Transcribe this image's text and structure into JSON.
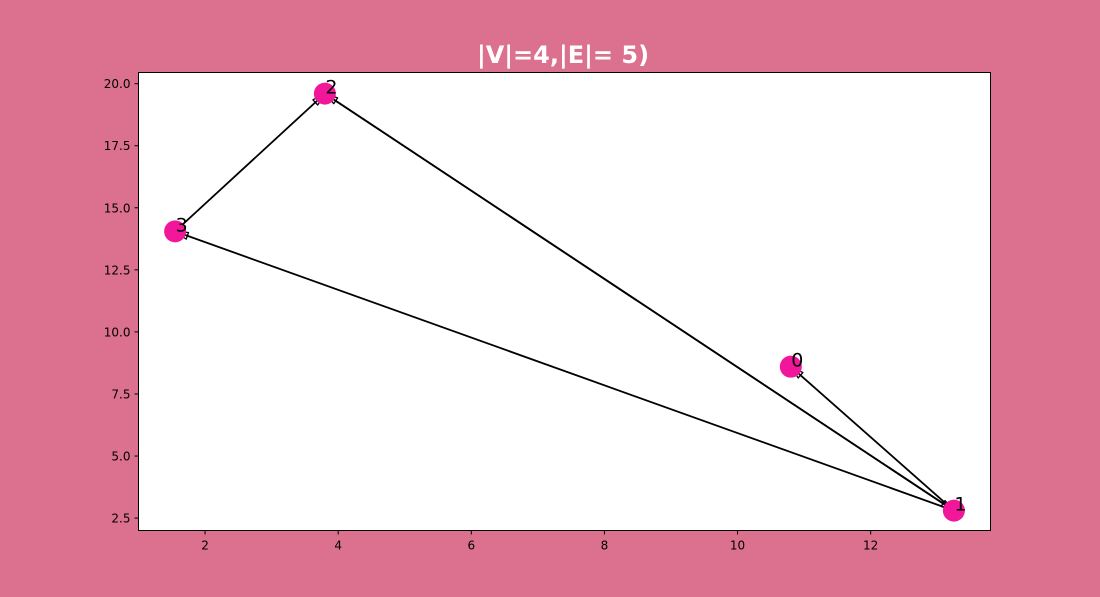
{
  "title": "|V|=4,|E|= 5)",
  "colors": {
    "background": "#dc708f",
    "plot_area": "#ffffff",
    "node_fill": "#f2169a",
    "edge": "#000000",
    "title": "#ffffff"
  },
  "chart_data": {
    "type": "network-graph",
    "title": "|V|=4,|E|= 5)",
    "directed": true,
    "xlim": [
      1.0,
      13.8
    ],
    "ylim": [
      2.0,
      20.45
    ],
    "x_ticks": [
      2,
      4,
      6,
      8,
      10,
      12
    ],
    "y_ticks": [
      2.5,
      5.0,
      7.5,
      10.0,
      12.5,
      15.0,
      17.5,
      20.0
    ],
    "x_tick_labels": [
      "2",
      "4",
      "6",
      "8",
      "10",
      "12"
    ],
    "y_tick_labels": [
      "2.5",
      "5.0",
      "7.5",
      "10.0",
      "12.5",
      "15.0",
      "17.5",
      "20.0"
    ],
    "grid": false,
    "nodes": [
      {
        "id": "0",
        "label": "0",
        "x": 10.8,
        "y": 8.6
      },
      {
        "id": "1",
        "label": "1",
        "x": 13.25,
        "y": 2.8
      },
      {
        "id": "2",
        "label": "2",
        "x": 3.8,
        "y": 19.6
      },
      {
        "id": "3",
        "label": "3",
        "x": 1.55,
        "y": 14.05
      }
    ],
    "edges": [
      {
        "source": "1",
        "target": "0"
      },
      {
        "source": "1",
        "target": "2"
      },
      {
        "source": "2",
        "target": "1"
      },
      {
        "source": "1",
        "target": "3"
      },
      {
        "source": "3",
        "target": "2"
      }
    ]
  }
}
